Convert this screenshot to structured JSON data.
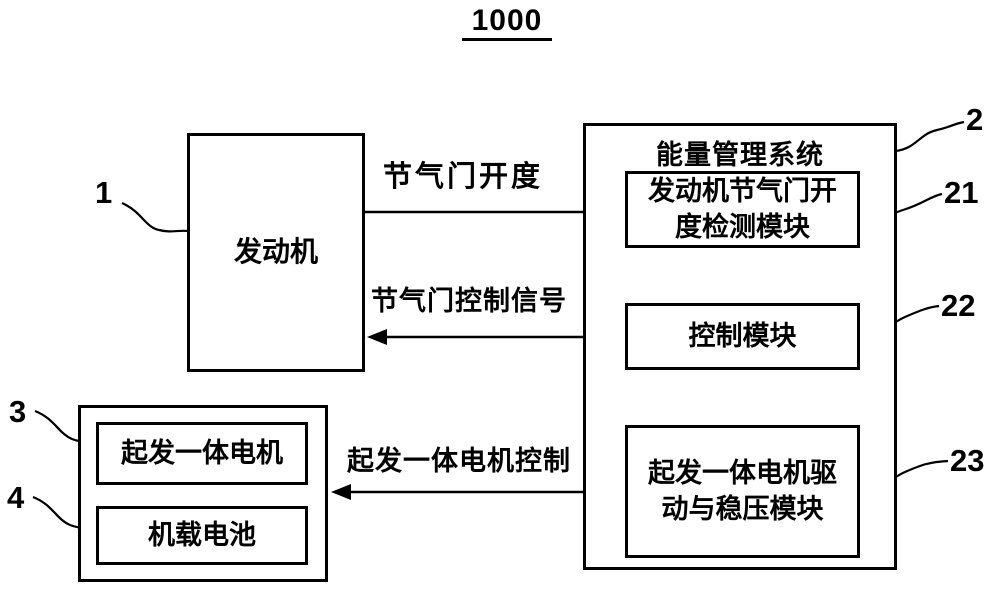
{
  "figure": {
    "number": "1000"
  },
  "colors": {
    "line": "#000000",
    "background": "#ffffff",
    "text": "#000000"
  },
  "nodes": {
    "engine": {
      "label": "发动机",
      "ref": "1"
    },
    "ems": {
      "label": "能量管理系统",
      "ref": "2"
    },
    "throttle_detect": {
      "label": "发动机节气门开度检测模块",
      "ref": "21"
    },
    "control": {
      "label": "控制模块",
      "ref": "22"
    },
    "motor_drive": {
      "label": "起发一体电机驱动与稳压模块",
      "ref": "23"
    },
    "starter_motor": {
      "label": "起发一体电机",
      "ref": "3"
    },
    "battery": {
      "label": "机载电池",
      "ref": "4"
    }
  },
  "edges": {
    "throttle_opening": {
      "label": "节气门开度",
      "from": "engine",
      "to": "throttle_detect"
    },
    "throttle_control_signal": {
      "label": "节气门控制信号",
      "from": "control",
      "to": "engine"
    },
    "motor_control": {
      "label": "起发一体电机控制",
      "from": "motor_drive",
      "to": "starter_motor"
    },
    "detect_to_control": {
      "label": "",
      "from": "throttle_detect",
      "to": "control"
    },
    "control_to_drive": {
      "label": "",
      "from": "control",
      "to": "motor_drive"
    }
  }
}
